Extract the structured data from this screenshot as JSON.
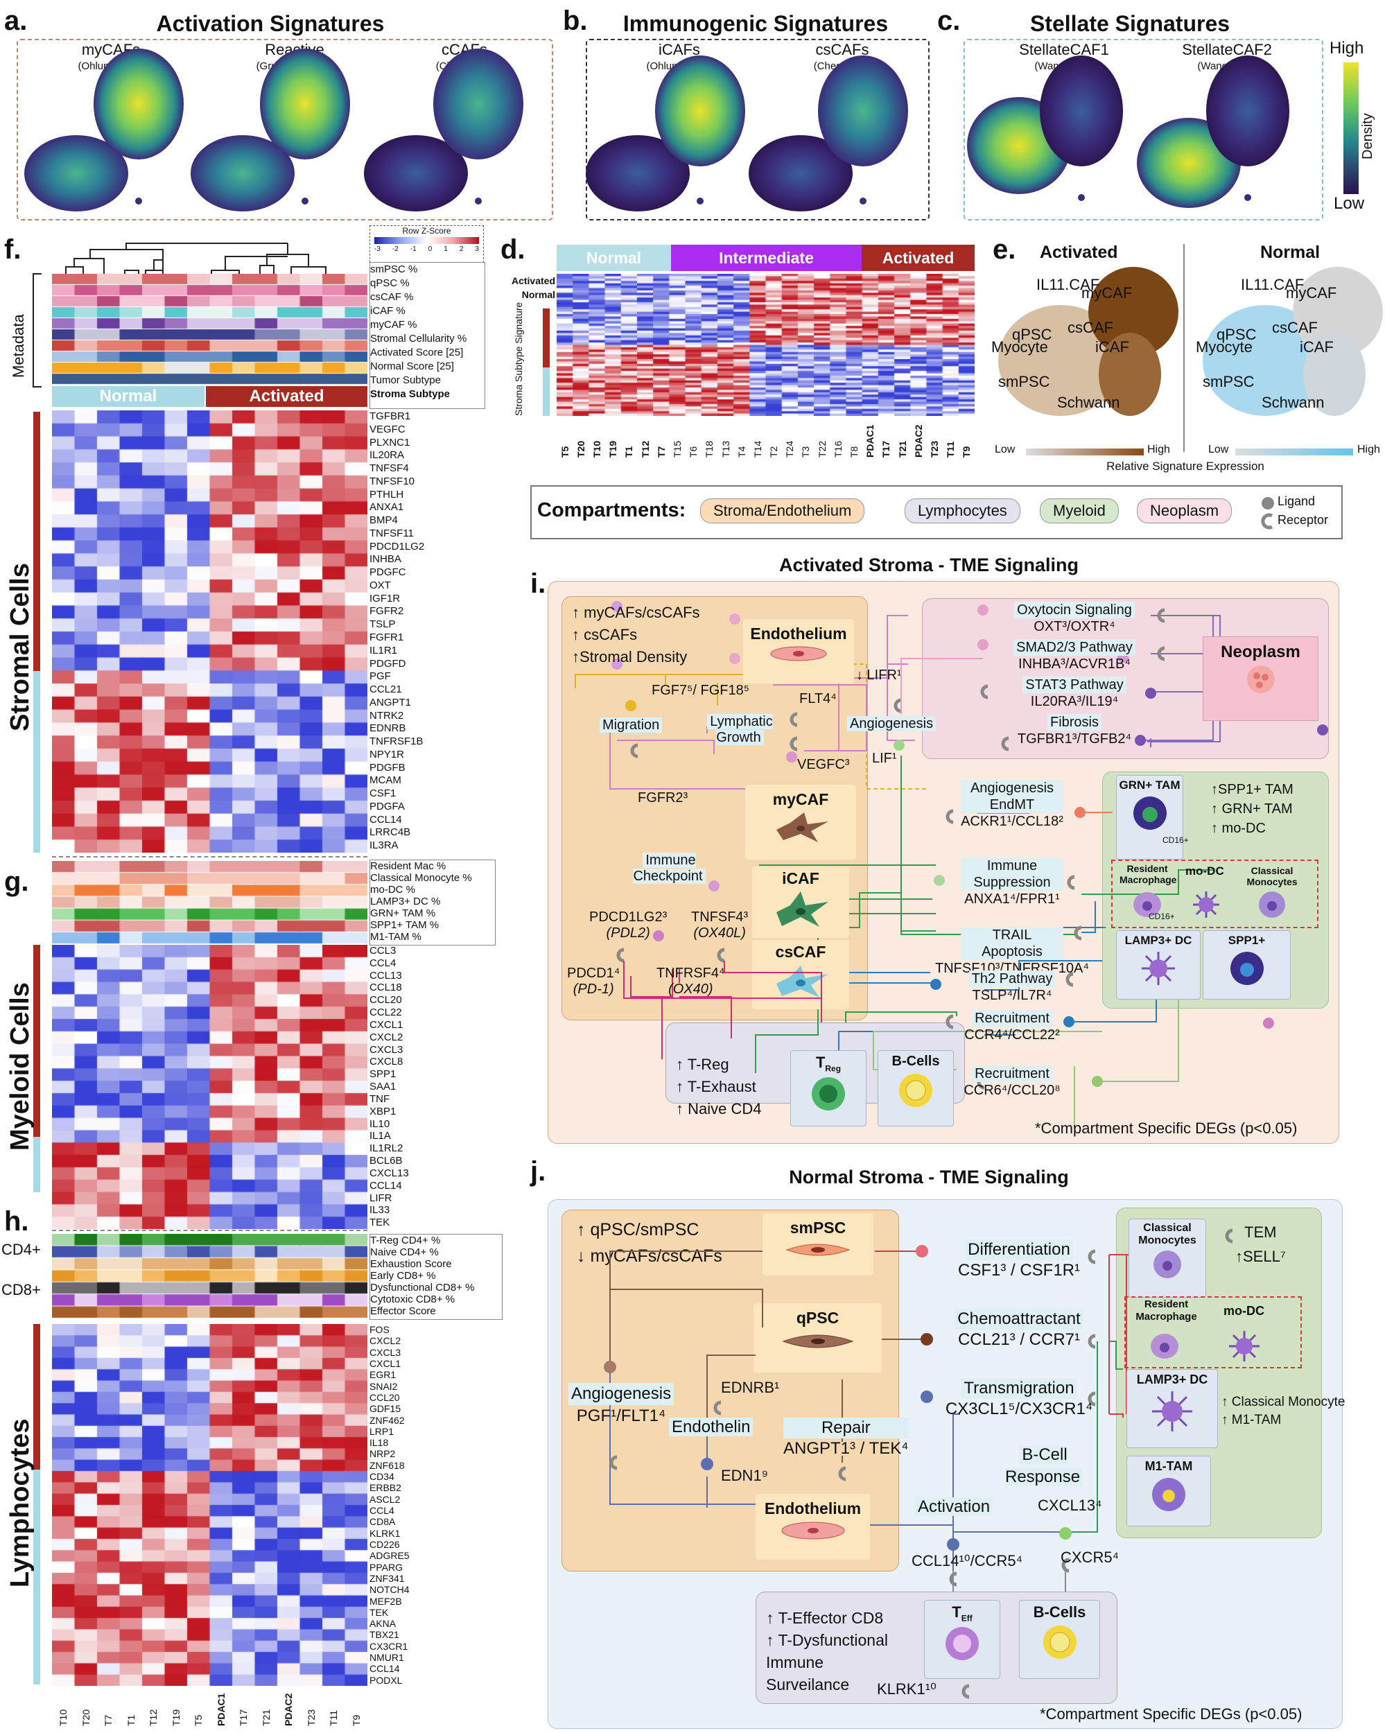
{
  "panels": {
    "a": {
      "letter": "a.",
      "title": "Activation Signatures",
      "umaps": [
        {
          "name": "myCAFs",
          "source": "(Ohlund et al.)"
        },
        {
          "name": "Reactive",
          "source": "(Grunwald et al.)"
        },
        {
          "name": "cCAFs",
          "source": "(Chen et al.)"
        }
      ]
    },
    "b": {
      "letter": "b.",
      "title": "Immunogenic Signatures",
      "umaps": [
        {
          "name": "iCAFs",
          "source": "(Ohlund et al.)"
        },
        {
          "name": "csCAFs",
          "source": "(Chen et al.)"
        }
      ]
    },
    "c": {
      "letter": "c.",
      "title": "Stellate Signatures",
      "umaps": [
        {
          "name": "StellateCAF1",
          "source": "(Wang et al.)"
        },
        {
          "name": "StellateCAF2",
          "source": "(Wang et al.)"
        }
      ]
    },
    "density": {
      "high": "High",
      "low": "Low",
      "label": "Density"
    },
    "d": {
      "letter": "d.",
      "groups": [
        "Normal",
        "Intermediate",
        "Activated"
      ],
      "row_labels": [
        "Activated",
        "Normal"
      ],
      "side_label": "Stroma Subtype Signature",
      "samples": [
        "T5",
        "T20",
        "T10",
        "T19",
        "T1",
        "T12",
        "T7",
        "T15",
        "T6",
        "T18",
        "T13",
        "T4",
        "T14",
        "T2",
        "T24",
        "T3",
        "T22",
        "T16",
        "T8",
        "PDAC1",
        "T17",
        "T21",
        "PDAC2",
        "T23",
        "T11",
        "T9"
      ]
    },
    "e": {
      "letter": "e.",
      "left_title": "Activated",
      "right_title": "Normal",
      "clusters": [
        "IL11.CAF",
        "myCAF",
        "qPSC",
        "csCAF",
        "Myocyte",
        "iCAF",
        "smPSC",
        "Schwann"
      ],
      "low": "Low",
      "high": "High",
      "caption": "Relative Signature Expression"
    },
    "f": {
      "letter": "f.",
      "side_metadata": "Metadata",
      "section": "Stromal Cells",
      "zscore_title": "Row Z-Score",
      "zscore_ticks": [
        "-3",
        "-2",
        "-1",
        "0",
        "1",
        "2",
        "3"
      ],
      "meta_rows": [
        "smPSC %",
        "qPSC %",
        "csCAF %",
        "iCAF %",
        "myCAF %",
        "Stromal Cellularity %",
        "Activated Score [25]",
        "Normal Score [25]",
        "Tumor Subtype",
        "Stroma Subtype"
      ],
      "subtype_normal": "Normal",
      "subtype_activated": "Activated",
      "genes": [
        "TGFBR1",
        "VEGFC",
        "PLXNC1",
        "IL20RA",
        "TNFSF4",
        "TNFSF10",
        "PTHLH",
        "ANXA1",
        "BMP4",
        "TNFSF11",
        "PDCD1LG2",
        "INHBA",
        "PDGFC",
        "OXT",
        "IGF1R",
        "FGFR2",
        "TSLP",
        "FGFR1",
        "IL1R1",
        "PDGFD",
        "PGF",
        "CCL21",
        "ANGPT1",
        "NTRK2",
        "EDNRB",
        "TNFRSF1B",
        "NPY1R",
        "PDGFB",
        "MCAM",
        "CSF1",
        "PDGFA",
        "CCL14",
        "LRRC4B",
        "IL3RA"
      ]
    },
    "g": {
      "letter": "g.",
      "section": "Myeloid Cells",
      "meta_rows": [
        "Resident Mac %",
        "Classical Monocyte %",
        "mo-DC %",
        "LAMP3+ DC %",
        "GRN+ TAM %",
        "SPP1+ TAM %",
        "M1-TAM %"
      ],
      "genes": [
        "CCL3",
        "CCL4",
        "CCL13",
        "CCL18",
        "CCL20",
        "CCL22",
        "CXCL1",
        "CXCL2",
        "CXCL3",
        "CXCL8",
        "SPP1",
        "SAA1",
        "TNF",
        "XBP1",
        "IL10",
        "IL1A",
        "IL1RL2",
        "BCL6B",
        "CXCL13",
        "CCL14",
        "LIFR",
        "IL33",
        "TEK"
      ]
    },
    "h": {
      "letter": "h.",
      "section": "Lymphocytes",
      "cd4": "CD4+",
      "cd8": "CD8+",
      "meta_rows": [
        "T-Reg CD4+ %",
        "Naive CD4+ %",
        "Exhaustion Score",
        "Early CD8+ %",
        "Dysfunctional CD8+ %",
        "Cytotoxic CD8+ %",
        "Effector Score"
      ],
      "genes": [
        "FOS",
        "CXCL2",
        "CXCL3",
        "CXCL1",
        "EGR1",
        "SNAI2",
        "CCL20",
        "GDF15",
        "ZNF462",
        "LRP1",
        "IL18",
        "NRP2",
        "ZNF618",
        "CD34",
        "ERBB2",
        "ASCL2",
        "CCL4",
        "CD8A",
        "KLRK1",
        "CD226",
        "ADGRE5",
        "PPARG",
        "ZNF341",
        "NOTCH4",
        "MEF2B",
        "TEK",
        "AKNA",
        "TBX21",
        "CX3CR1",
        "NMUR1",
        "CCL14",
        "PODXL"
      ],
      "samples": [
        "T10",
        "T20",
        "T7",
        "T1",
        "T12",
        "T19",
        "T5",
        "PDAC1",
        "T17",
        "T21",
        "PDAC2",
        "T23",
        "T11",
        "T9"
      ]
    },
    "legend": {
      "title": "Compartments:",
      "items": [
        "Stroma/Endothelium",
        "Lymphocytes",
        "Myeloid",
        "Neoplasm"
      ],
      "ligand": "Ligand",
      "receptor": "Receptor",
      "colors": {
        "stroma": "#fcdcb6",
        "lympho": "#e4e3f0",
        "myeloid": "#d6e8cc",
        "neoplasm": "#f9dfe6"
      }
    },
    "i": {
      "letter": "i.",
      "title": "Activated Stroma - TME Signaling",
      "stroma_notes": [
        "↑ myCAFs/csCAFs",
        "↑ csCAFs",
        "↑Stromal Density"
      ],
      "endothelium": "Endothelium",
      "mycaf": "myCAF",
      "icaf": "iCAF",
      "cscaf": "csCAF",
      "nodes": {
        "migration": "Migration",
        "fgf": "FGF7⁵/ FGF18⁵",
        "flt4": "FLT4⁴",
        "lymphatic": "Lymphatic Growth",
        "lifr": "↓ LIFR¹",
        "angiogenesis": "Angiogenesis",
        "lif": "LIF¹",
        "vegfc": "VEGFC³",
        "fgfr2": "FGFR2³",
        "immune_checkpoint": "Immune Checkpoint",
        "pdcd1lg2": "PDCD1LG2³",
        "pdl2": "(PDL2)",
        "tnfsf4": "TNFSF4³",
        "ox40l": "(OX40L)",
        "pdcd1": "PDCD1⁴",
        "pd1": "(PD-1)",
        "tnfrsf4": "TNFRSF4⁴",
        "ox40": "(OX40)"
      },
      "neoplasm": {
        "title": "Neoplasm",
        "pathways": [
          {
            "name": "Oxytocin Signaling",
            "pair": "OXT³/OXTR⁴"
          },
          {
            "name": "SMAD2/3 Pathway",
            "pair": "INHBA³/ACVR1B⁴"
          },
          {
            "name": "STAT3 Pathway",
            "pair": "IL20RA³/IL19⁴"
          },
          {
            "name": "Fibrosis",
            "pair": "TGFBR1³/TGFB2⁴"
          }
        ]
      },
      "middle": [
        {
          "name": "Angiogenesis EndMT",
          "pair": "ACKR1¹/CCL18²"
        },
        {
          "name": "Immune Suppression",
          "pair": "ANXA1⁴/FPR1¹"
        },
        {
          "name": "TRAIL Apoptosis",
          "pair": "TNFSF10³/TNFRSF10A⁴"
        },
        {
          "name": "Th2 Pathway",
          "pair": "TSLP⁴/IL7R⁴"
        },
        {
          "name": "Recruitment",
          "pair": "CCR4⁴/CCL22²"
        },
        {
          "name": "Recruitment",
          "pair": "CCR6⁴/CCL20⁸"
        }
      ],
      "myeloid": {
        "grn": "GRN+ TAM",
        "cd16": "CD16+",
        "notes": [
          "↑SPP1+ TAM",
          "↑ GRN+ TAM",
          "↑ mo-DC"
        ],
        "resident": "Resident Macrophage",
        "modc": "mo-DC",
        "classical": "Classical Monocytes",
        "lamp3": "LAMP3+ DC",
        "spp1": "SPP1+"
      },
      "lympho": {
        "notes": [
          "↑ T-Reg",
          "↑ T-Exhaust",
          "↑ Naive CD4"
        ],
        "treg": "T",
        "treg_sub": "Reg",
        "bcells": "B-Cells"
      },
      "footnote": "*Compartment Specific DEGs (p<0.05)"
    },
    "j": {
      "letter": "j.",
      "title": "Normal Stroma - TME Signaling",
      "stroma_notes": [
        "↑ qPSC/smPSC",
        "↓ myCAFs/csCAFs"
      ],
      "smpsc": "smPSC",
      "qpsc": "qPSC",
      "endothelium": "Endothelium",
      "nodes": {
        "angiogenesis": "Angiogenesis",
        "pgf": "PGF¹/FLT1⁴",
        "ednrb": "EDNRB¹",
        "endothelin": "Endothelin",
        "edn1": "EDN1⁹",
        "repair": "Repair",
        "angpt1": "ANGPT1³ / TEK⁴",
        "activation": "Activation",
        "ccl14": "CCL14¹⁰/CCR5⁴",
        "cxcr5": "CXCR5⁴",
        "bcell_resp": "B-Cell Response",
        "cxcl13": "CXCL13⁴",
        "klrk1": "KLRK1¹⁰"
      },
      "middle": [
        {
          "name": "Differentiation",
          "pair": "CSF1³ / CSF1R¹"
        },
        {
          "name": "Chemoattractant",
          "pair": "CCL21³ / CCR7¹"
        },
        {
          "name": "Transmigration",
          "pair": "CX3CL1⁵/CX3CR1⁴"
        }
      ],
      "myeloid": {
        "classical": "Classical Monocytes",
        "tem": "TEM",
        "sell": "↑SELL⁷",
        "resident": "Resident Macrophage",
        "modc": "mo-DC",
        "lamp3": "LAMP3+ DC",
        "notes": [
          "↑ Classical Monocyte",
          "↑ M1-TAM"
        ],
        "m1": "M1-TAM"
      },
      "lympho": {
        "notes": [
          "↑ T-Effector CD8",
          "↑ T-Dysfunctional Immune Surveilance"
        ],
        "teff": "T",
        "teff_sub": "Eff",
        "bcells": "B-Cells"
      },
      "footnote": "*Compartment Specific DEGs (p<0.05)"
    }
  }
}
